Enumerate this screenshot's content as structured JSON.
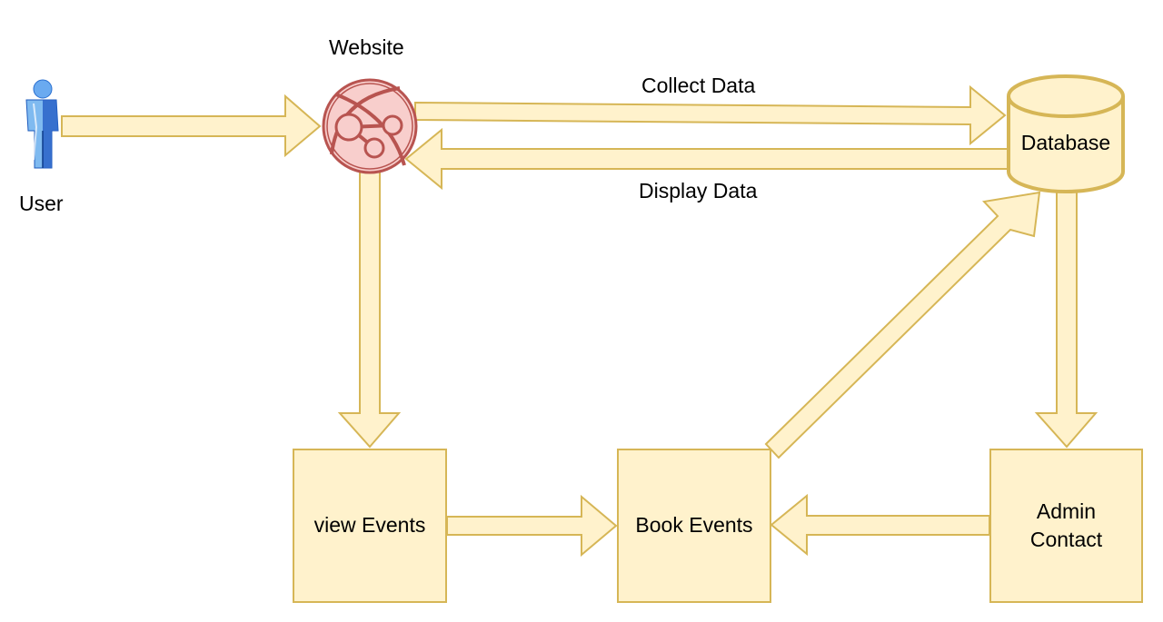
{
  "colors": {
    "node_fill": "#fff2cc",
    "node_stroke": "#d6b656",
    "website_fill": "#f8cecc",
    "website_stroke": "#b85450",
    "user_light": "#7fbaf0",
    "user_dark": "#1e5bbd"
  },
  "nodes": {
    "user": {
      "label": "User",
      "icon": "user-person-icon"
    },
    "website": {
      "label": "Website",
      "icon": "globe-network-icon"
    },
    "database": {
      "label": "Database",
      "icon": "cylinder-database-icon"
    },
    "view_events": {
      "label": "view Events"
    },
    "book_events": {
      "label": "Book Events"
    },
    "admin_contact": {
      "label": "Admin\nContact"
    }
  },
  "edges": {
    "collect_data": {
      "label": "Collect Data"
    },
    "display_data": {
      "label": "Display Data"
    }
  }
}
